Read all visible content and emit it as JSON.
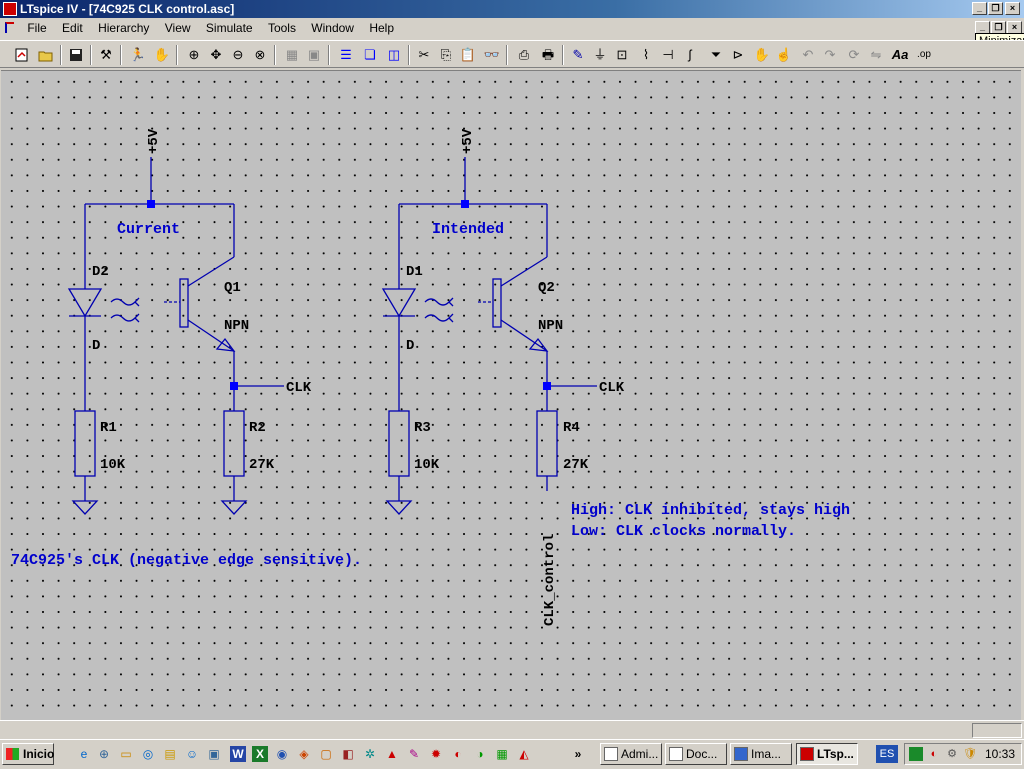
{
  "window": {
    "title": "LTspice IV - [74C925 CLK control.asc]",
    "tooltip": "Minimizar"
  },
  "menu": {
    "items": [
      {
        "label": "File"
      },
      {
        "label": "Edit"
      },
      {
        "label": "Hierarchy"
      },
      {
        "label": "View"
      },
      {
        "label": "Simulate"
      },
      {
        "label": "Tools"
      },
      {
        "label": "Window"
      },
      {
        "label": "Help"
      }
    ]
  },
  "toolbar": {
    "icons": [
      "new-schematic-icon",
      "open-icon",
      "save-icon",
      "control-panel-icon",
      "run-icon",
      "halt-icon",
      "zoom-in-icon",
      "pan-icon",
      "zoom-out-icon",
      "zoom-cancel-icon",
      "autorange-icon",
      "fit-icon",
      "tile-horizontal-icon",
      "cascade-icon",
      "tile-vertical-icon",
      "cut-icon",
      "copy-icon",
      "paste-icon",
      "find-icon",
      "print-setup-icon",
      "print-icon",
      "draw-wire-icon",
      "ground-icon",
      "label-net-icon",
      "resistor-icon",
      "capacitor-icon",
      "inductor-icon",
      "diode-icon",
      "component-icon",
      "move-icon",
      "drag-icon",
      "undo-icon",
      "redo-icon",
      "rotate-icon",
      "mirror-icon",
      "text-icon",
      "spice-directive-icon"
    ]
  },
  "schematic": {
    "supply_label_left": "+5V",
    "supply_label_right": "+5V",
    "section_left": "Current",
    "section_right": "Intended",
    "d2_name": "D2",
    "d2_value": "D",
    "d1_name": "D1",
    "d1_value": "D",
    "q1_name": "Q1",
    "q1_type": "NPN",
    "q2_name": "Q2",
    "q2_type": "NPN",
    "clk_left": "CLK",
    "clk_right": "CLK",
    "r1_name": "R1",
    "r1_value": "10K",
    "r2_name": "R2",
    "r2_value": "27K",
    "r3_name": "R3",
    "r3_value": "10K",
    "r4_name": "R4",
    "r4_value": "27K",
    "clk_control_label": "CLK_control",
    "note_high": "High: CLK inhibited, stays high",
    "note_low": "Low: CLK clocks normally.",
    "note_main": "74C925's CLK (negative edge sensitive)."
  },
  "taskbar": {
    "start_label": "Inicio",
    "tasks": [
      {
        "label": "Admi..."
      },
      {
        "label": "Doc..."
      },
      {
        "label": "Ima..."
      },
      {
        "label": "LTsp..."
      }
    ],
    "language": "ES",
    "clock": "10:33",
    "overflow": "»"
  }
}
